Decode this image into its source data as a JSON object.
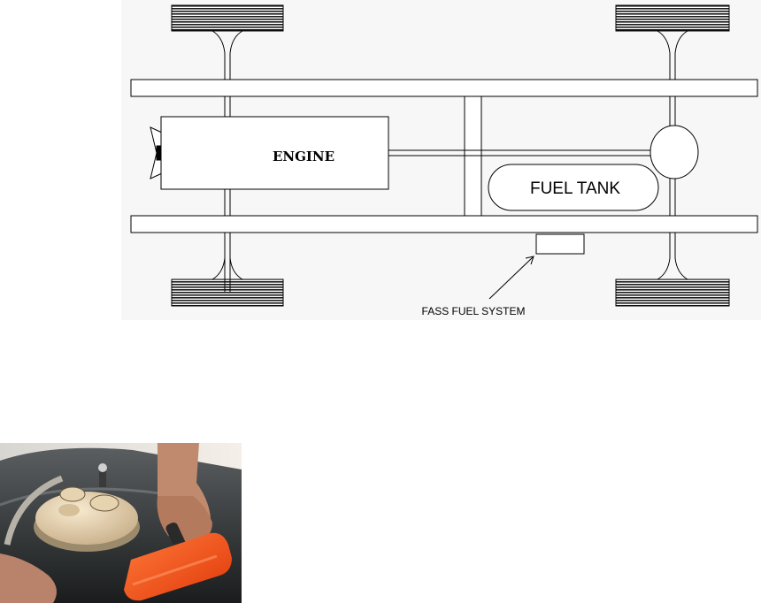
{
  "diagram": {
    "engine_label": "ENGINE",
    "fuel_tank_label": "FUEL TANK",
    "fass_label": "FASS FUEL SYSTEM"
  },
  "photo": {
    "subject": "hands-hammering-fuel-tank-sending-unit"
  },
  "colors": {
    "stroke": "#000000",
    "diagram_bg": "#f7f7f7",
    "hammer_head": "#ff4b14",
    "tank_cap": "#efdcb8"
  }
}
